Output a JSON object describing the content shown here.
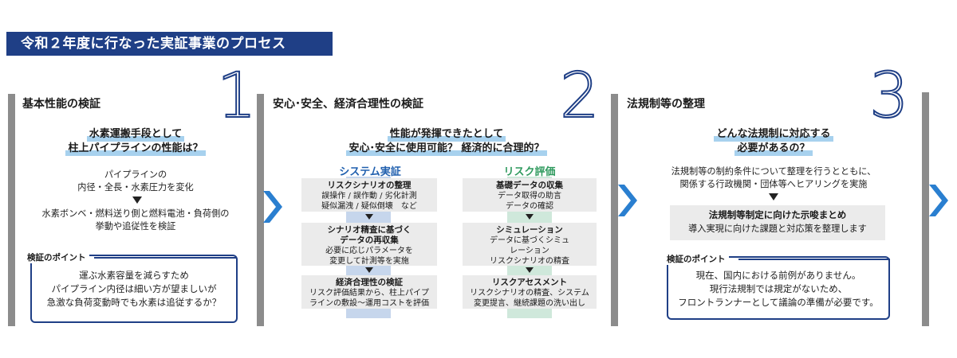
{
  "title": "令和２年度に行なった実証事業のプロセス",
  "colors": {
    "navy": "#1f3f86",
    "accent_blue": "#2a7fd0",
    "highlight": "#a7d1ee",
    "system_blue": "#c6d6ec",
    "risk_green": "#cfe8db",
    "grey_bar": "#8c8c8c",
    "box_grey": "#ebebeb"
  },
  "icons": [
    "chevron-right-icon",
    "down-triangle-icon"
  ],
  "section1": {
    "number": "1",
    "heading": "基本性能の検証",
    "question": [
      "水素運搬手段として",
      "柱上パイプラインの性能は？"
    ],
    "desc1": [
      "パイプラインの",
      "内径・全長・水素圧力を変化"
    ],
    "desc2": [
      "水素ボンベ・燃料送り側と燃料電池・負荷側の",
      "挙動や追従性を検証"
    ],
    "point_label": "検証のポイント",
    "point_text": [
      "運ぶ水素容量を減らすため",
      "パイプライン内径は細い方が望ましいが",
      "急激な負荷変動時でも水素は追従するか？"
    ]
  },
  "section2": {
    "number": "2",
    "heading": "安心･安全、経済合理性の検証",
    "question": [
      "性能が発揮できたとして",
      "安心･安全に使用可能？ 経済的に合理的？"
    ],
    "system": {
      "title": "システム実証",
      "steps": [
        {
          "title": "リスクシナリオの整理",
          "lines": [
            "誤操作 / 誤作動 / 劣化計測",
            "疑似漏洩 / 疑似倒壊　など"
          ]
        },
        {
          "title": "シナリオ精査に基づく",
          "title2": "データの再収集",
          "lines": [
            "必要に応じパラメータを",
            "変更して計測等を実施"
          ]
        },
        {
          "title": "経済合理性の検証",
          "lines": [
            "リスク評価結果から、柱上パイプ",
            "ラインの敷設〜運用コストを評価"
          ]
        }
      ]
    },
    "risk": {
      "title": "リスク評価",
      "steps": [
        {
          "title": "基礎データの収集",
          "lines": [
            "データ取得の助言",
            "データの確認"
          ]
        },
        {
          "title": "シミュレーション",
          "lines": [
            "データに基づくシミュ",
            "レーション",
            "リスクシナリオの精査"
          ]
        },
        {
          "title": "リスクアセスメント",
          "lines": [
            "リスクシナリオの精査、システム",
            "変更提言、継続課題の洗い出し"
          ]
        }
      ]
    }
  },
  "section3": {
    "number": "3",
    "heading": "法規制等の整理",
    "question": [
      "どんな法規制に対応する",
      "必要があるの？"
    ],
    "desc1": [
      "法規制等の制約条件について整理を行うとともに、",
      "関係する行政機関・団体等へヒアリングを実施"
    ],
    "summary_title": "法規制等制定に向けた示唆まとめ",
    "summary_text": "導入実現に向けた課題と対応策を整理します",
    "point_label": "検証のポイント",
    "point_text": [
      "現在、国内における前例がありません。",
      "現行法規制では規定がないため、",
      "フロントランナーとして議論の準備が必要です。"
    ]
  }
}
